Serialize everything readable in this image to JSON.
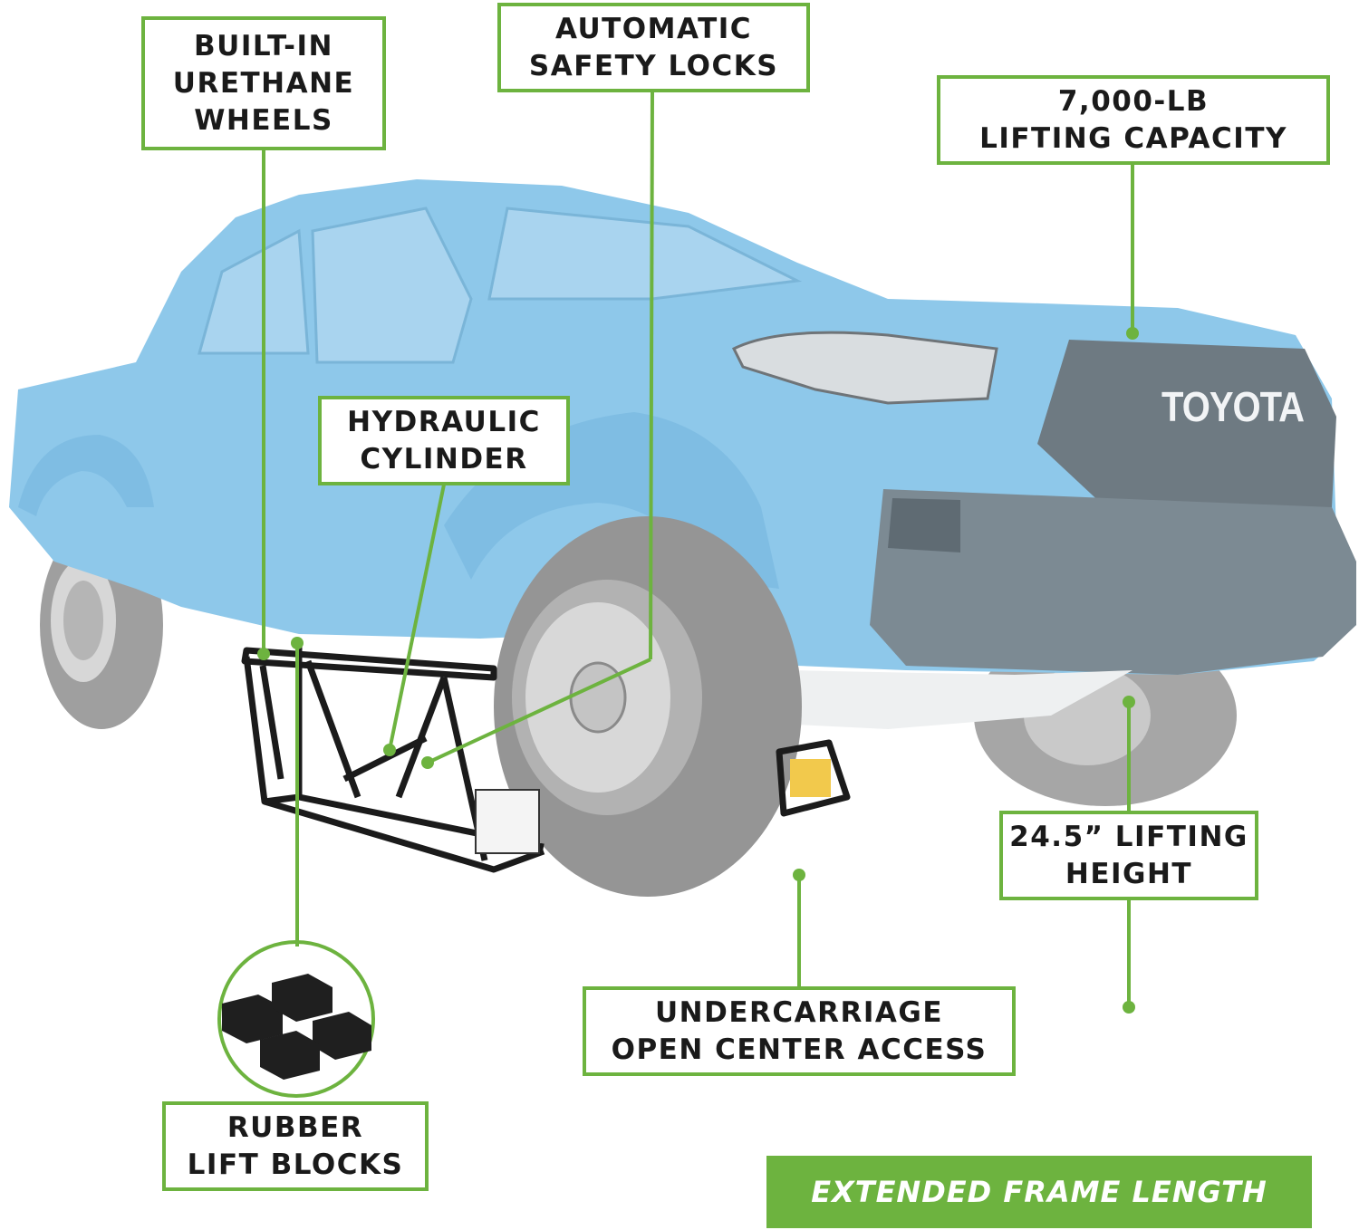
{
  "colors": {
    "accent": "#6db33f",
    "truck_body": "#8ec8ea",
    "tire": "#9a9a9a",
    "frame": "#1b1b1b",
    "text": "#1a1a1a"
  },
  "callouts": {
    "wheels": [
      "BUILT-IN",
      "URETHANE",
      "WHEELS"
    ],
    "locks": [
      "AUTOMATIC",
      "SAFETY LOCKS"
    ],
    "capacity": [
      "7,000-LB",
      "LIFTING CAPACITY"
    ],
    "cylinder": [
      "HYDRAULIC",
      "CYLINDER"
    ],
    "height": [
      "24.5” LIFTING",
      "HEIGHT"
    ],
    "access": [
      "UNDERCARRIAGE",
      "OPEN CENTER ACCESS"
    ],
    "blocks": [
      "RUBBER",
      "LIFT BLOCKS"
    ]
  },
  "banner": {
    "label": "EXTENDED FRAME LENGTH"
  },
  "vehicle": {
    "grille_badge": "TOYOTA"
  }
}
